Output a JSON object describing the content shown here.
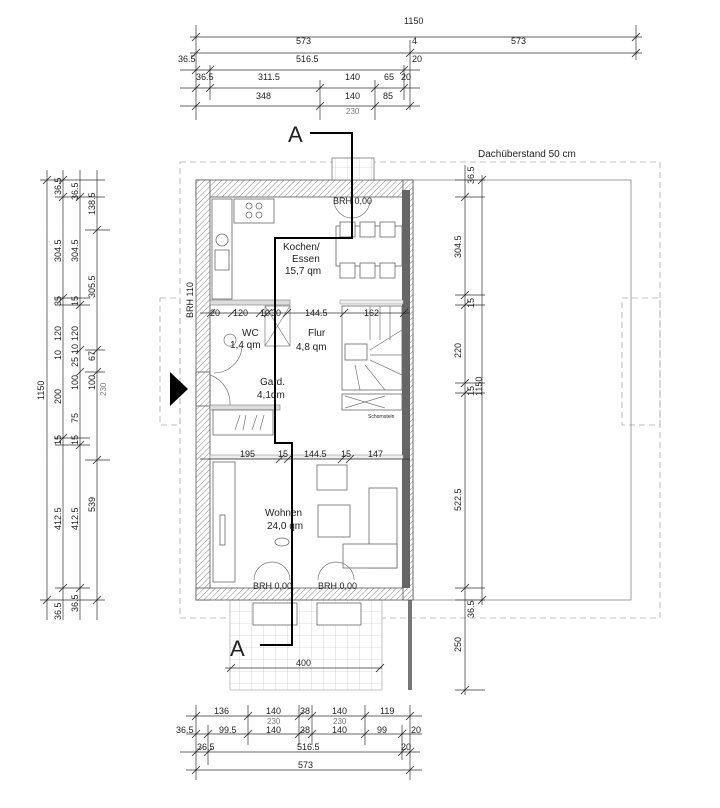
{
  "roof_label": "Dachüberstand 50 cm",
  "section_marker": "A",
  "rooms": {
    "kitchen": {
      "name_line1": "Kochen/",
      "name_line2": "Essen",
      "area": "15,7 qm"
    },
    "wc": {
      "name": "WC",
      "area": "1,4 qm"
    },
    "hall": {
      "name": "Flur",
      "area": "4,8 qm"
    },
    "wardrobe": {
      "name": "Gard.",
      "area": "4,1qm"
    },
    "living": {
      "name": "Wohnen",
      "area": "24,0 qm"
    }
  },
  "annotations": {
    "brh_top": "BRH  0,00",
    "brh_bottom_left": "BRH  0,00",
    "brh_bottom_right": "BRH  0,00",
    "brh_side": "BRH 110",
    "chimney": "Schornstein"
  },
  "dimensions": {
    "top": {
      "row1": [
        "1150"
      ],
      "row2": [
        "573",
        "4",
        "573"
      ],
      "row3": [
        "36.5",
        "516.5",
        "20"
      ],
      "row4": [
        "36.5",
        "311.5",
        "140",
        "65",
        "20"
      ],
      "row5": [
        "348",
        "140",
        "85"
      ],
      "opening": "230"
    },
    "left": {
      "col1": [
        "1150"
      ],
      "col2": [
        "36.5",
        "304.5",
        "35",
        "120",
        "10",
        "200",
        "15",
        "412.5",
        "36.5"
      ],
      "col3": [
        "36.5",
        "304.5",
        "15",
        "120",
        "10",
        "25",
        "100",
        "75",
        "15",
        "412.5",
        "36.5"
      ],
      "col4": [
        "138.5",
        "305.5",
        "67",
        "100",
        "539"
      ],
      "opening": "230"
    },
    "right": [
      "36.5",
      "304.5",
      "15",
      "220",
      "15",
      "1150",
      "522.5",
      "36.5",
      "250"
    ],
    "interior_upper": [
      "20",
      "120",
      "10",
      "30",
      "144.5",
      "162"
    ],
    "interior_lower": [
      "195",
      "15",
      "144.5",
      "15",
      "147"
    ],
    "terrace": "400",
    "bottom": {
      "row1": [
        "136",
        "140",
        "38",
        "140",
        "119"
      ],
      "openings": [
        "230",
        "230"
      ],
      "row2": [
        "36.5",
        "99.5",
        "140",
        "38",
        "140",
        "99",
        "20"
      ],
      "row3": [
        "36.5",
        "516.5",
        "20"
      ],
      "row4": [
        "573"
      ]
    }
  }
}
